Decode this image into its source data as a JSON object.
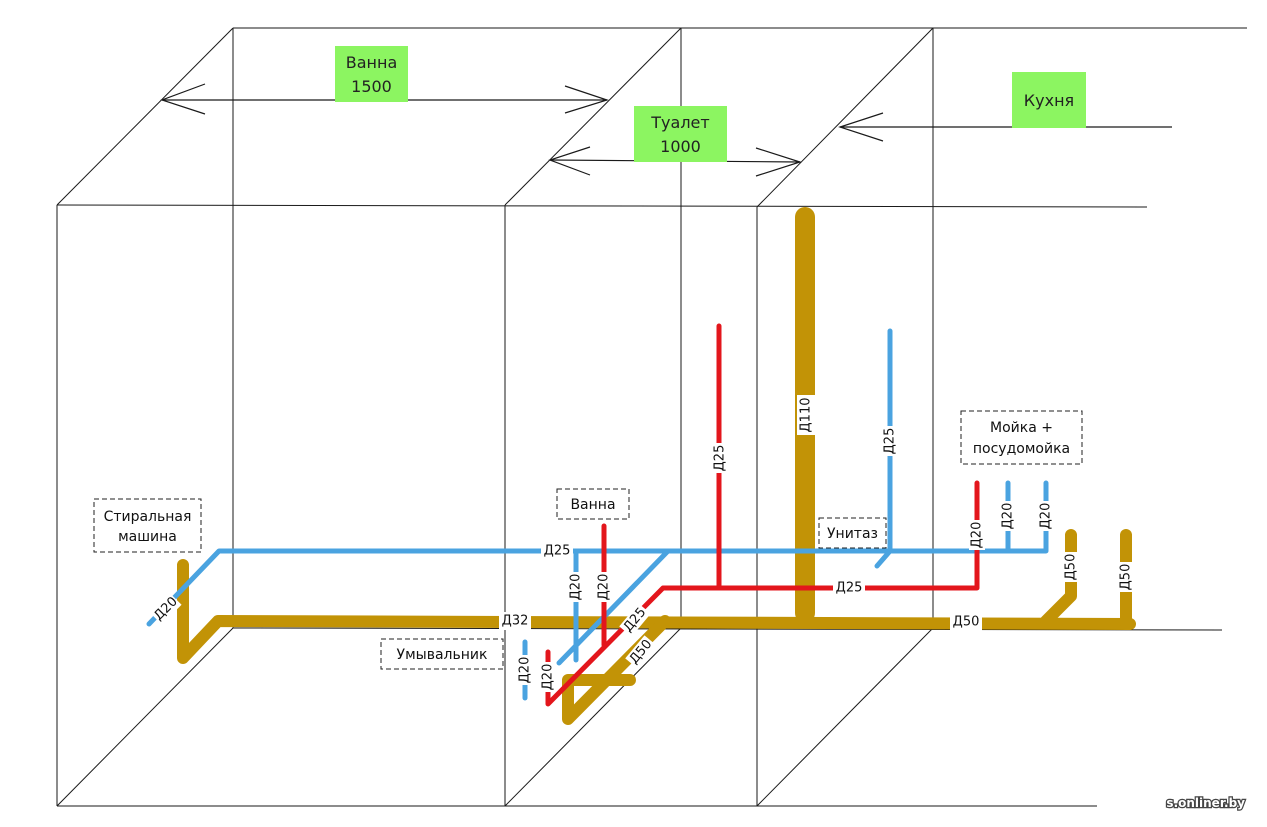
{
  "rooms": {
    "bath": {
      "name": "Ванна",
      "width": "1500"
    },
    "toilet": {
      "name": "Туалет",
      "width": "1000"
    },
    "kitchen": {
      "name": "Кухня"
    }
  },
  "fixtures": {
    "washing_machine": [
      "Стиральная",
      "машина"
    ],
    "bathtub": "Ванна",
    "washbasin": "Умывальник",
    "toilet": "Унитаз",
    "sink_dishwasher": [
      "Мойка +",
      "посудомойка"
    ]
  },
  "pipe_labels": {
    "washer_cold": "Д20",
    "cold_main": "Д25",
    "drain_main": "Д32",
    "bath_cold": "Д20",
    "bath_hot": "Д20",
    "diag_hot": "Д25",
    "diag_drain": "Д50",
    "basin_cold": "Д20",
    "basin_hot": "Д20",
    "hot_riser": "Д25",
    "sewer_riser": "Д110",
    "toilet_cold": "Д25",
    "hot_main": "Д25",
    "drain_kitchen": "Д50",
    "sink_hot": "Д20",
    "sink_cold_1": "Д20",
    "sink_cold_2": "Д20",
    "sink_drain_1": "Д50",
    "sink_drain_2": "Д50"
  },
  "watermark": "s.onliner.by",
  "colors": {
    "drain": "#c29306",
    "cold_water": "#4aa3e0",
    "hot_water": "#e3161c",
    "room_label": "#8cf561"
  }
}
